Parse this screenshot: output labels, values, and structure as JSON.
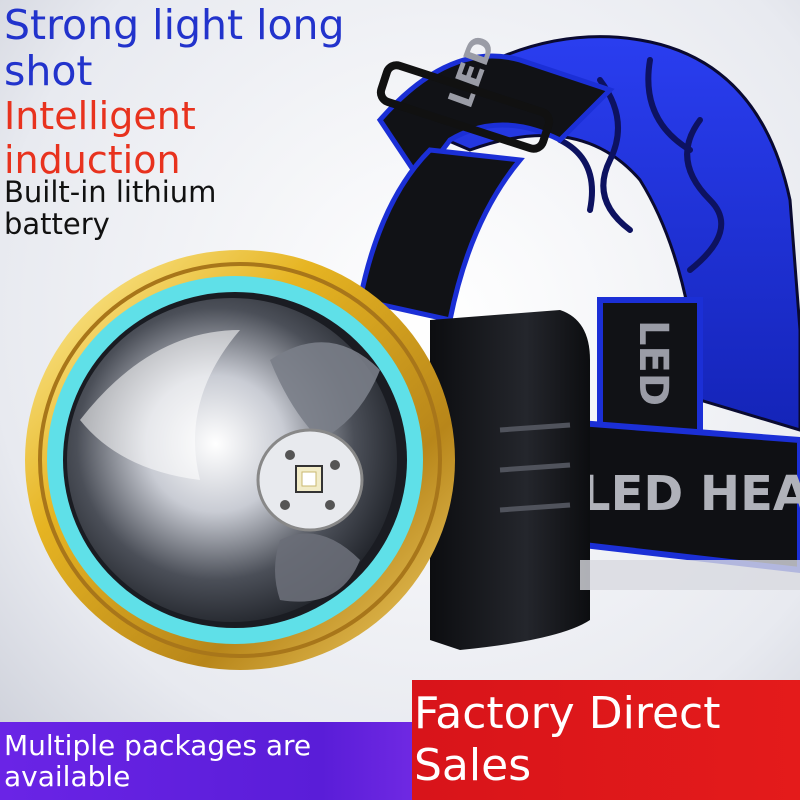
{
  "headline": {
    "line1": "Strong light long",
    "line2": "shot"
  },
  "feature": {
    "line1": "Intelligent",
    "line2": "induction"
  },
  "battery": {
    "line1": "Built-in lithium",
    "line2": "battery"
  },
  "packages": {
    "line1": "Multiple packages are",
    "line2": "available"
  },
  "factory": {
    "line1": "Factory Direct",
    "line2": "Sales"
  },
  "strap_text": {
    "top": "LED",
    "side": "LED",
    "front": "LED HEAD"
  },
  "colors": {
    "headline": "#2233cc",
    "feature": "#e8321e",
    "strap_blue": "#1b2fd6",
    "gold_ring": "#e6b422",
    "cyan_ring": "#5fe0e8",
    "purple_banner": "#5a1dd8",
    "red_banner": "#e41b1b"
  }
}
